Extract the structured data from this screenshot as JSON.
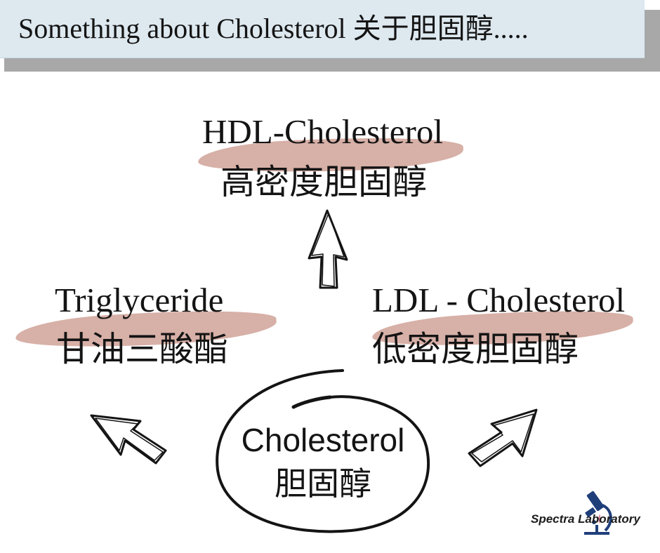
{
  "header": {
    "title": "Something about Cholesterol 关于胆固醇....."
  },
  "diagram": {
    "top": {
      "en": "HDL-Cholesterol",
      "zh": "高密度胆固醇"
    },
    "left": {
      "en": "Triglyceride",
      "zh": "甘油三酸酯"
    },
    "right": {
      "en": "LDL - Cholesterol",
      "zh": "低密度胆固醇"
    },
    "center": {
      "en": "Cholesterol",
      "zh": "胆固醇"
    }
  },
  "logo": {
    "text": "Spectra Laboratory",
    "icon": "microscope-icon"
  },
  "colors": {
    "banner": "#dde8ef",
    "banner_shadow": "#a8a8a8",
    "highlight": "#d7b0a7",
    "ink": "#141414",
    "logo_blue": "#1f3f7a"
  }
}
